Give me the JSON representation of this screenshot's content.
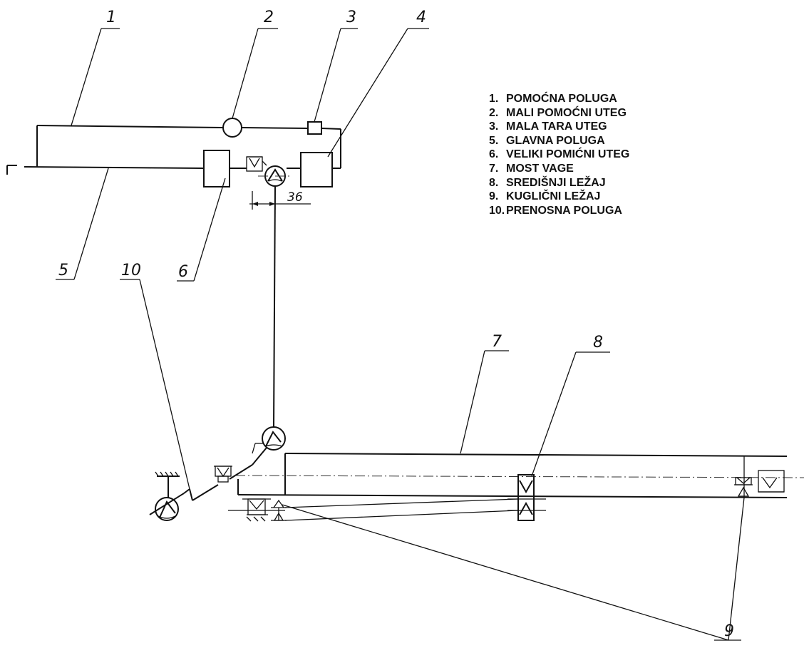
{
  "labels": {
    "l1": "1",
    "l2": "2",
    "l3": "3",
    "l4": "4",
    "l5": "5",
    "l6": "6",
    "l7": "7",
    "l8": "8",
    "l9": "9",
    "l10": "10"
  },
  "dimension": "36",
  "legend": [
    {
      "num": "1.",
      "text": "POMOĆNA POLUGA"
    },
    {
      "num": "2.",
      "text": "MALI POMOĆNI UTEG"
    },
    {
      "num": "3.",
      "text": "MALA TARA UTEG"
    },
    {
      "num": "5.",
      "text": "GLAVNA POLUGA"
    },
    {
      "num": "6.",
      "text": "VELIKI POMIĆNI UTEG"
    },
    {
      "num": "7.",
      "text": "MOST VAGE"
    },
    {
      "num": "8.",
      "text": "SREDIŠNJI LEŽAJ"
    },
    {
      "num": "9.",
      "text": "KUGLIČNI LEŽAJ"
    },
    {
      "num": "10.",
      "text": "PRENOSNA POLUGA"
    }
  ]
}
